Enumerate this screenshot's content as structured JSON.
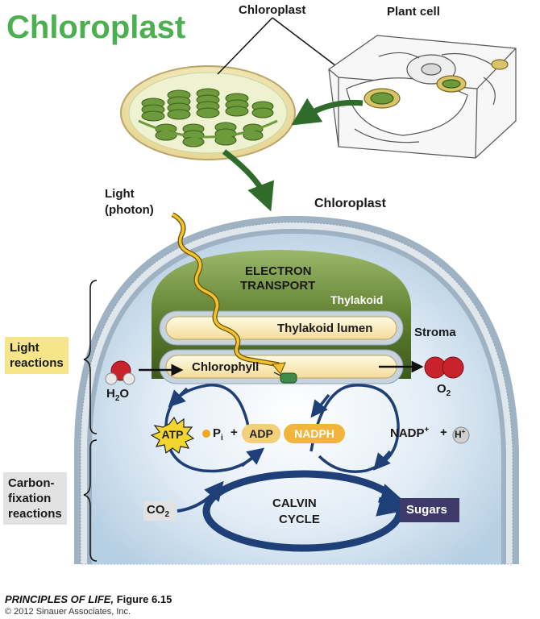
{
  "title": "Chloroplast",
  "top_labels": {
    "chloroplast": "Chloroplast",
    "plant_cell": "Plant cell"
  },
  "light_label_1": "Light",
  "light_label_2": "(photon)",
  "main_chloroplast_label": "Chloroplast",
  "electron_transport_1": "ELECTRON",
  "electron_transport_2": "TRANSPORT",
  "thylakoid": "Thylakoid",
  "thylakoid_lumen": "Thylakoid lumen",
  "stroma": "Stroma",
  "chlorophyll": "Chlorophyll",
  "light_reactions_1": "Light",
  "light_reactions_2": "reactions",
  "carbon_fixation_1": "Carbon-",
  "carbon_fixation_2": "fixation",
  "carbon_fixation_3": "reactions",
  "h2o": "H",
  "h2o_sub": "2",
  "h2o_end": "O",
  "o2": "O",
  "o2_sub": "2",
  "atp": "ATP",
  "pi": "P",
  "pi_sub": "i",
  "plus1": "+",
  "adp": "ADP",
  "nadph": "NADPH",
  "nadp": "NADP",
  "nadp_sup": "+",
  "plus2": "+",
  "h_ion": "H",
  "h_ion_sup": "+",
  "co2": "CO",
  "co2_sub": "2",
  "calvin_1": "CALVIN",
  "calvin_2": "CYCLE",
  "sugars": "Sugars",
  "footer_italic": "PRINCIPLES OF LIFE,",
  "footer_rest": " Figure 6.15",
  "copyright": "© 2012 Sinauer Associates, Inc.",
  "colors": {
    "title_green": "#4caf50",
    "thylakoid_green": "#5d7d2f",
    "stroma_blue": "#cfe0ee",
    "sugars_purple": "#3f3a6a",
    "arrow_navy": "#1f3f78",
    "light_box_yellow": "#f7e58a"
  }
}
